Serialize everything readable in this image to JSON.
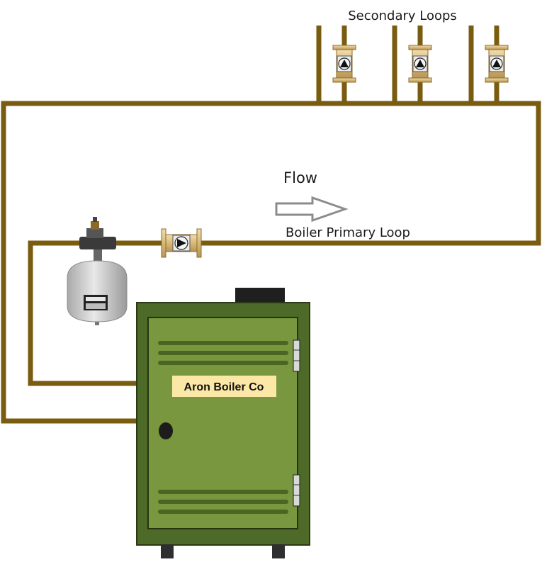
{
  "labels": {
    "secondary_loops": "Secondary Loops",
    "flow": "Flow",
    "primary_loop": "Boiler Primary Loop",
    "boiler_name": "Aron Boiler Co"
  },
  "colors": {
    "pipe": "#7a5c10",
    "boiler_outer": "#4e6a28",
    "boiler_door": "#78973e",
    "nameplate": "#fce8a6",
    "pump_body": "#e3c890",
    "tank": "#c8c8c8"
  },
  "icons": {
    "pump": "circulator-pump-icon",
    "tank": "expansion-tank-icon",
    "arrow": "flow-arrow-icon"
  }
}
